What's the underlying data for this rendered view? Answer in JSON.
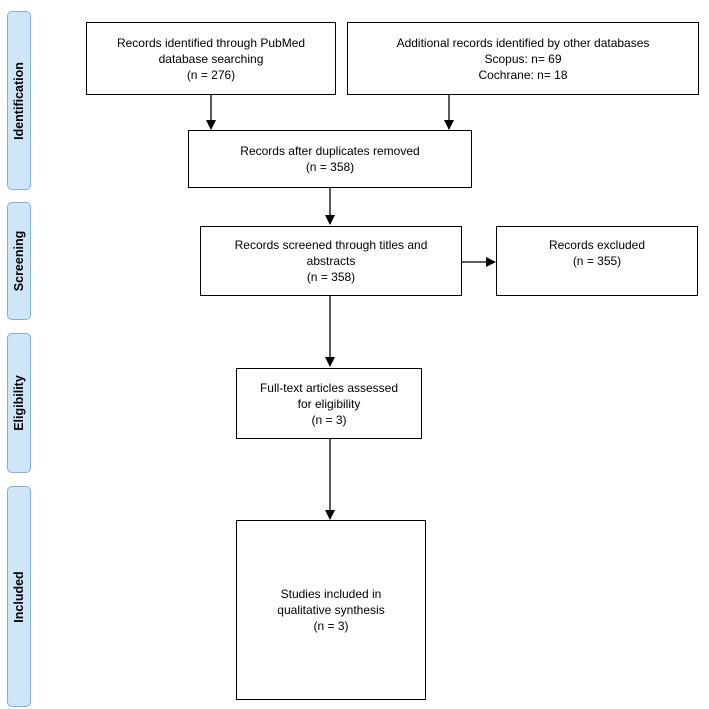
{
  "phases": {
    "identification": "Identification",
    "screening": "Screening",
    "eligibility": "Eligibility",
    "included": "Included"
  },
  "boxes": {
    "pubmed": {
      "line1": "Records identified through PubMed",
      "line2": "database searching",
      "line3": "(n = 276)"
    },
    "other": {
      "line1": "Additional records identified by other databases",
      "line2": "Scopus: n= 69",
      "line3": "Cochrane: n= 18"
    },
    "duplicates": {
      "line1": "Records after duplicates removed",
      "line2": "(n = 358)"
    },
    "screened": {
      "line1": "Records screened through titles and",
      "line2": "abstracts",
      "line3": "(n = 358)"
    },
    "excluded": {
      "line1": "Records excluded",
      "line2": "(n = 355)"
    },
    "fulltext": {
      "line1": "Full-text articles assessed",
      "line2": "for eligibility",
      "line3": "(n = 3)"
    },
    "included": {
      "line1": "Studies included in",
      "line2": "qualitative synthesis",
      "line3": "(n = 3)"
    }
  }
}
